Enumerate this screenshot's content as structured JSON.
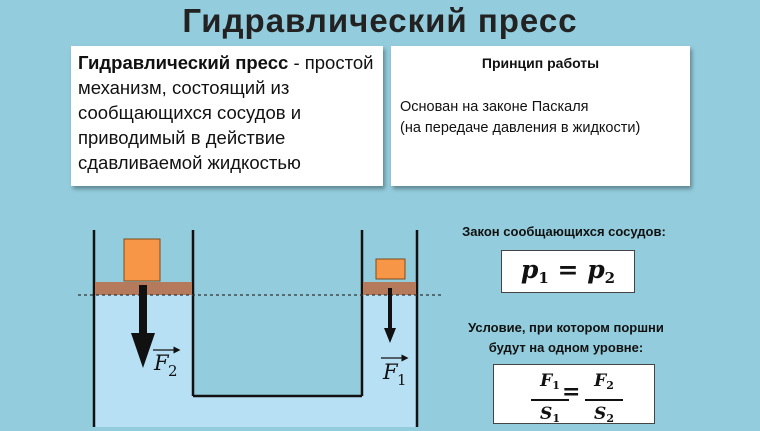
{
  "title": "Гидравлический пресс",
  "definition": {
    "term": "Гидравлический пресс",
    "text": " - простой механизм, состоящий из сообщающихся сосудов и приводимый в действие сдавливаемой жидкостью"
  },
  "principle": {
    "heading": "Принцип работы",
    "line1": "Основан на законе Паскаля",
    "line2": "(на передаче давления в жидкости)"
  },
  "diagram": {
    "force_large": {
      "symbol": "F",
      "index": "2"
    },
    "force_small": {
      "symbol": "F",
      "index": "1"
    },
    "colors": {
      "water": "#b8e0f5",
      "piston": "#b57a5c",
      "load": "#f79646",
      "vessel": "#111111"
    }
  },
  "vessels_law": {
    "label": "Закон сообщающихся сосудов:",
    "lhs": "p",
    "lhs_index": "1",
    "equals": "=",
    "rhs": "p",
    "rhs_index": "2"
  },
  "condition": {
    "label_line1": "Условие, при котором поршни",
    "label_line2": "будут на одном уровне:",
    "left_num": "F",
    "left_num_index": "1",
    "left_den": "S",
    "left_den_index": "1",
    "equals": "=",
    "right_num": "F",
    "right_num_index": "2",
    "right_den": "S",
    "right_den_index": "2"
  }
}
